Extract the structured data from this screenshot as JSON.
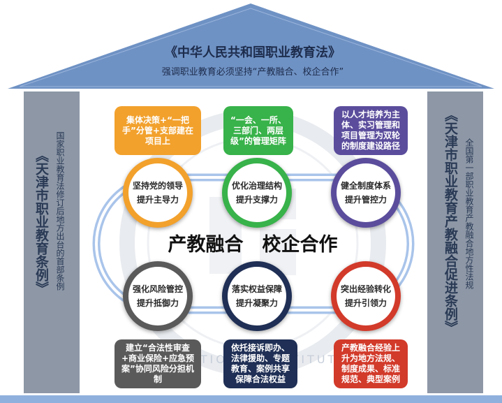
{
  "roof": {
    "title": "《中华人民共和国职业教育法》",
    "subtitle": "强调职业教育必须坚持“产教融合、校企合作”"
  },
  "left_pillar": {
    "title": "《天津市职业教育条例》",
    "note": "国家职业教育法修订后地方出台的首部条例"
  },
  "right_pillar": {
    "title": "《天津市职业教育产教融合促进条例》",
    "note": "全国第一部职业教育产教融合地方性法规"
  },
  "center_text": "产教融合　校企合作",
  "watermark_text": "VOCATIONAL INSTITUTE",
  "colors": {
    "roof": "#6f92c4",
    "pillar": "#8d97a6",
    "orange": "#f2a12c",
    "green": "#38b24a",
    "purple": "#5b4d9c",
    "gray": "#5a5a5a",
    "navy": "#1f2f55",
    "red": "#d23a2a",
    "ring": "#7aa3d8"
  },
  "circles": [
    {
      "line1": "坚持党的领导",
      "line2": "提升主导力",
      "color": "orange"
    },
    {
      "line1": "优化治理结构",
      "line2": "提升支撑力",
      "color": "green"
    },
    {
      "line1": "健全制度体系",
      "line2": "提升管控力",
      "color": "purple"
    },
    {
      "line1": "强化风险管控",
      "line2": "提升抵御力",
      "color": "gray"
    },
    {
      "line1": "落实权益保障",
      "line2": "提升凝聚力",
      "color": "navy"
    },
    {
      "line1": "突出经验转化",
      "line2": "提升引领力",
      "color": "red"
    }
  ],
  "boxes": [
    {
      "text": "集体决策+“一把手”分管+支部建在项目上",
      "color": "orange"
    },
    {
      "text": "“一会、一所、三部门、两层级”的管理矩阵",
      "color": "green"
    },
    {
      "text": "以人才培养为主体、实习管理和项目管理为双轮的制度建设路径",
      "color": "purple"
    },
    {
      "text": "建立“合法性审查+商业保险+应急预案”协同风险分担机制",
      "color": "gray"
    },
    {
      "text": "依托接诉即办、法律援助、专题教育、案例共享保障合法权益",
      "color": "navy"
    },
    {
      "text": "产教融合经验上升为地方法规、制度成果、标准规范、典型案例",
      "color": "red"
    }
  ]
}
